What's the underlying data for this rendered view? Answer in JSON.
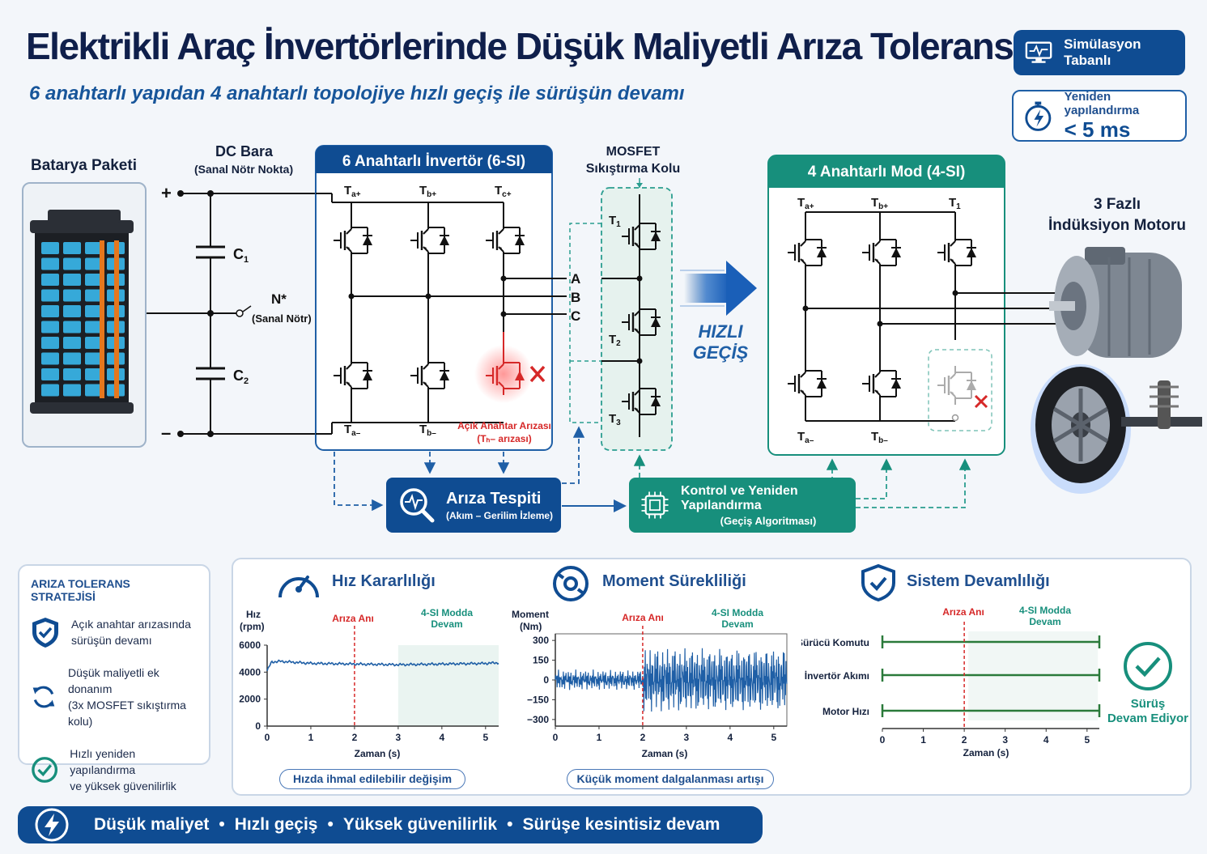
{
  "header": {
    "title": "Elektrikli Araç İnvertörlerinde Düşük Maliyetli Arıza Toleransı",
    "subtitle": "6 anahtarlı yapıdan 4 anahtarlı topolojiye hızlı geçiş ile sürüşün devamı",
    "sim_button": "Simülasyon Tabanlı",
    "reconf_label": "Yeniden yapılandırma",
    "reconf_value": "< 5 ms"
  },
  "battery": {
    "label": "Batarya Paketi"
  },
  "dcbus": {
    "title": "DC Bara",
    "subtitle": "(Sanal Nötr Nokta)",
    "plus": "+",
    "minus": "–",
    "c1": "C",
    "c1_sub": "1",
    "c2": "C",
    "c2_sub": "2",
    "neutral": "N*",
    "neutral_sub": "(Sanal Nötr)"
  },
  "inv6": {
    "title": "6 Anahtarlı İnvertör (6-SI)",
    "ta_plus": "T",
    "ta_plus_sub": "a+",
    "tb_plus": "T",
    "tb_plus_sub": "b+",
    "tc_plus": "T",
    "tc_plus_sub": "c+",
    "ta_minus": "T",
    "ta_minus_sub": "a–",
    "tb_minus": "T",
    "tb_minus_sub": "b–",
    "fault": "Açık Anahtar Arızası",
    "fault_sub": "(Tₕ– arızası)",
    "phase_a": "A",
    "phase_b": "B",
    "phase_c": "C"
  },
  "mosfet": {
    "title1": "MOSFET",
    "title2": "Sıkıştırma Kolu",
    "t1": "T",
    "t1_sub": "1",
    "t2": "T",
    "t2_sub": "2",
    "t3": "T",
    "t3_sub": "3"
  },
  "transition": {
    "line1": "HIZLI",
    "line2": "GEÇİŞ"
  },
  "inv4": {
    "title": "4 Anahtarlı Mod (4-SI)",
    "ta_plus": "T",
    "ta_plus_sub": "a+",
    "tb_plus": "T",
    "tb_plus_sub": "b+",
    "t1": "T",
    "t1_sub": "1",
    "ta_minus": "T",
    "ta_minus_sub": "a–",
    "tb_minus": "T",
    "tb_minus_sub": "b–"
  },
  "motor": {
    "line1": "3 Fazlı",
    "line2": "İndüksiyon Motoru"
  },
  "detect": {
    "title": "Arıza Tespiti",
    "subtitle": "(Akım – Gerilim İzleme)"
  },
  "control": {
    "title": "Kontrol ve Yeniden Yapılandırma",
    "subtitle": "(Geçiş Algoritması)"
  },
  "strategy": {
    "title": "ARIZA TOLERANS STRATEJİSİ",
    "items": [
      {
        "line1": "Açık anahtar arızasında",
        "line2": "sürüşün devamı",
        "icon": "shield-check-icon"
      },
      {
        "line1": "Düşük maliyetli ek donanım",
        "line2": "(3x MOSFET sıkıştırma kolu)",
        "icon": "refresh-icon"
      },
      {
        "line1": "Hızlı yeniden yapılandırma",
        "line2": "ve yüksek güvenilirlik",
        "icon": "check-circle-icon"
      }
    ]
  },
  "speed_chart": {
    "title": "Hız Kararlılığı",
    "ylabel1": "Hız",
    "ylabel2": "(rpm)",
    "fault_label": "Arıza Anı",
    "mode_label1": "4-SI Modda",
    "mode_label2": "Devam",
    "xlabel": "Zaman (s)",
    "note": "Hızda ihmal edilebilir değişim"
  },
  "torque_chart": {
    "title": "Moment Sürekliliği",
    "ylabel1": "Moment",
    "ylabel2": "(Nm)",
    "fault_label": "Arıza Anı",
    "mode_label1": "4-SI Modda",
    "mode_label2": "Devam",
    "xlabel": "Zaman (s)",
    "note": "Küçük moment dalgalanması artışı"
  },
  "system_chart": {
    "title": "Sistem Devamlılığı",
    "fault_label": "Arıza Anı",
    "mode_label1": "4-SI Modda",
    "mode_label2": "Devam",
    "xlabel": "Zaman (s)",
    "rows": [
      "Sürücü Komutu",
      "İnvertör Akımı",
      "Motor Hızı"
    ],
    "status1": "Sürüş",
    "status2": "Devam Ediyor"
  },
  "bottom": {
    "items": [
      "Düşük maliyet",
      "Hızlı geçiş",
      "Yüksek güvenilirlik",
      "Sürüşe kesintisiz devam"
    ],
    "separator": "•"
  },
  "colors": {
    "navy": "#0f4c92",
    "teal": "#178f7c",
    "fault": "#d62828",
    "dark": "#14213d"
  },
  "chart_data": [
    {
      "type": "line",
      "title": "Hız Kararlılığı",
      "xlabel": "Zaman (s)",
      "ylabel": "Hız (rpm)",
      "xlim": [
        0,
        5.3
      ],
      "ylim": [
        0,
        6000
      ],
      "xticks": [
        0,
        1,
        2,
        3,
        4,
        5
      ],
      "yticks": [
        0,
        2000,
        4000,
        6000
      ],
      "fault_time": 2,
      "shaded_from": 3,
      "series": [
        {
          "x": [
            0,
            0.1,
            0.3,
            1,
            2,
            3,
            4,
            5,
            5.3
          ],
          "values": [
            4100,
            4750,
            4800,
            4650,
            4600,
            4550,
            4600,
            4650,
            4700
          ]
        }
      ]
    },
    {
      "type": "line",
      "title": "Moment Sürekliliği",
      "xlabel": "Zaman (s)",
      "ylabel": "Moment (Nm)",
      "xlim": [
        0,
        5.3
      ],
      "ylim": [
        -350,
        350
      ],
      "xticks": [
        0,
        1,
        2,
        3,
        4,
        5
      ],
      "yticks": [
        300,
        150,
        0,
        -150,
        -300
      ],
      "fault_time": 2,
      "amplitude_before": 80,
      "amplitude_after": 270
    },
    {
      "type": "line",
      "title": "Sistem Devamlılığı",
      "xlabel": "Zaman (s)",
      "xlim": [
        0,
        5.3
      ],
      "xticks": [
        0,
        1,
        2,
        3,
        4,
        5
      ],
      "fault_time": 2,
      "series": [
        {
          "name": "Sürücü Komutu",
          "x": [
            0,
            5.3
          ],
          "values": [
            1,
            1
          ]
        },
        {
          "name": "İnvertör Akımı",
          "x": [
            0,
            5.3
          ],
          "values": [
            1,
            1
          ]
        },
        {
          "name": "Motor Hızı",
          "x": [
            0,
            5.3
          ],
          "values": [
            1,
            1
          ]
        }
      ]
    }
  ]
}
